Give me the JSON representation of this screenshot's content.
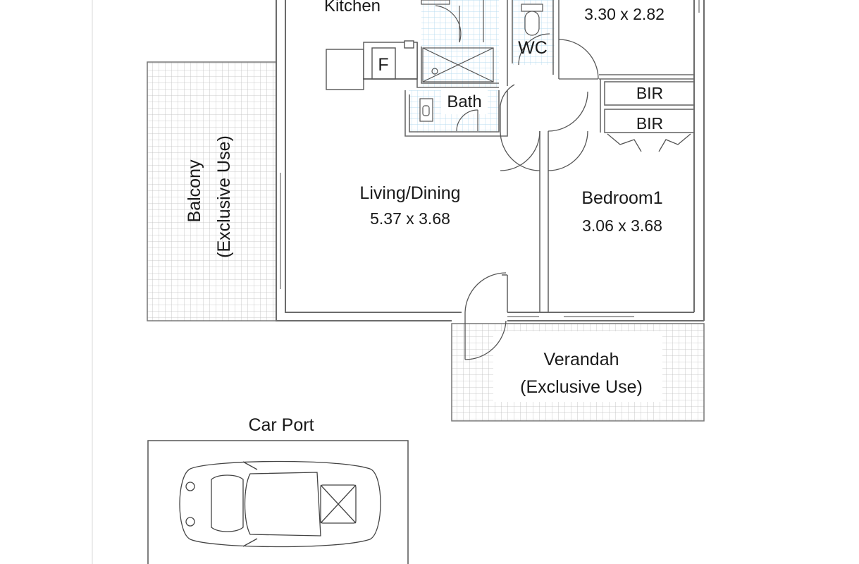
{
  "rooms": {
    "kitchen": {
      "name": "Kitchen"
    },
    "bedroom2": {
      "dims": "3.30 x 2.82"
    },
    "wc": {
      "name": "WC"
    },
    "fridge": {
      "name": "F"
    },
    "bath": {
      "name": "Bath"
    },
    "bir_top": {
      "name": "BIR"
    },
    "bir_bottom": {
      "name": "BIR"
    },
    "living": {
      "name": "Living/Dining",
      "dims": "5.37 x 3.68"
    },
    "bedroom1": {
      "name": "Bedroom1",
      "dims": "3.06 x 3.68"
    },
    "balcony": {
      "name": "Balcony",
      "note": "(Exclusive Use)"
    },
    "verandah": {
      "name": "Verandah",
      "note": "(Exclusive Use)"
    },
    "carport": {
      "name": "Car Port"
    }
  },
  "colors": {
    "wall": "#6b6b6b",
    "line": "#555555",
    "wet_tile": "#b9dcf0",
    "outdoor_grid": "#b5b5b5"
  },
  "icons": {
    "car": "car-topview-icon",
    "toilet": "toilet-icon",
    "basin": "basin-icon"
  }
}
